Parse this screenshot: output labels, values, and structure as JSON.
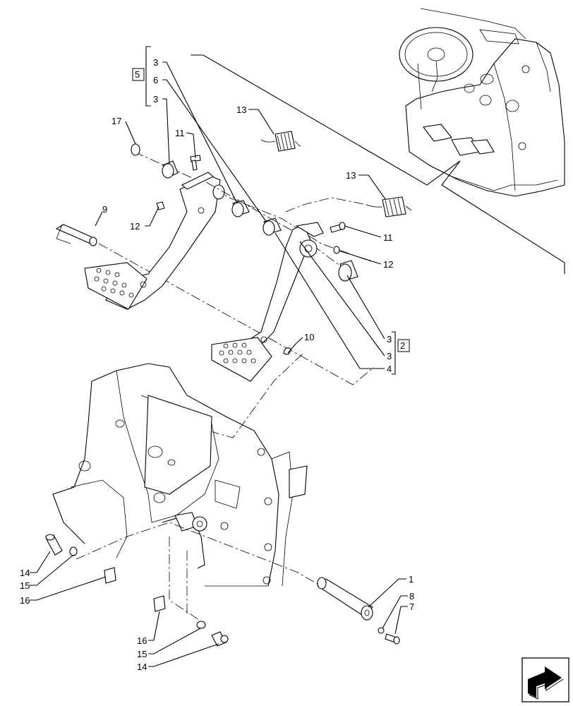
{
  "callouts": {
    "c1": "1",
    "c2": "2",
    "c3a": "3",
    "c3b": "3",
    "c3c": "3",
    "c3d": "3",
    "c4": "4",
    "c5": "5",
    "c6": "6",
    "c7": "7",
    "c8": "8",
    "c9": "9",
    "c10": "10",
    "c11a": "11",
    "c11b": "11",
    "c12a": "12",
    "c12b": "12",
    "c13a": "13",
    "c13b": "13",
    "c14a": "14",
    "c14b": "14",
    "c15a": "15",
    "c15b": "15",
    "c16a": "16",
    "c16b": "16",
    "c17": "17"
  },
  "icons": {
    "nav": "next-page-arrow-icon"
  }
}
